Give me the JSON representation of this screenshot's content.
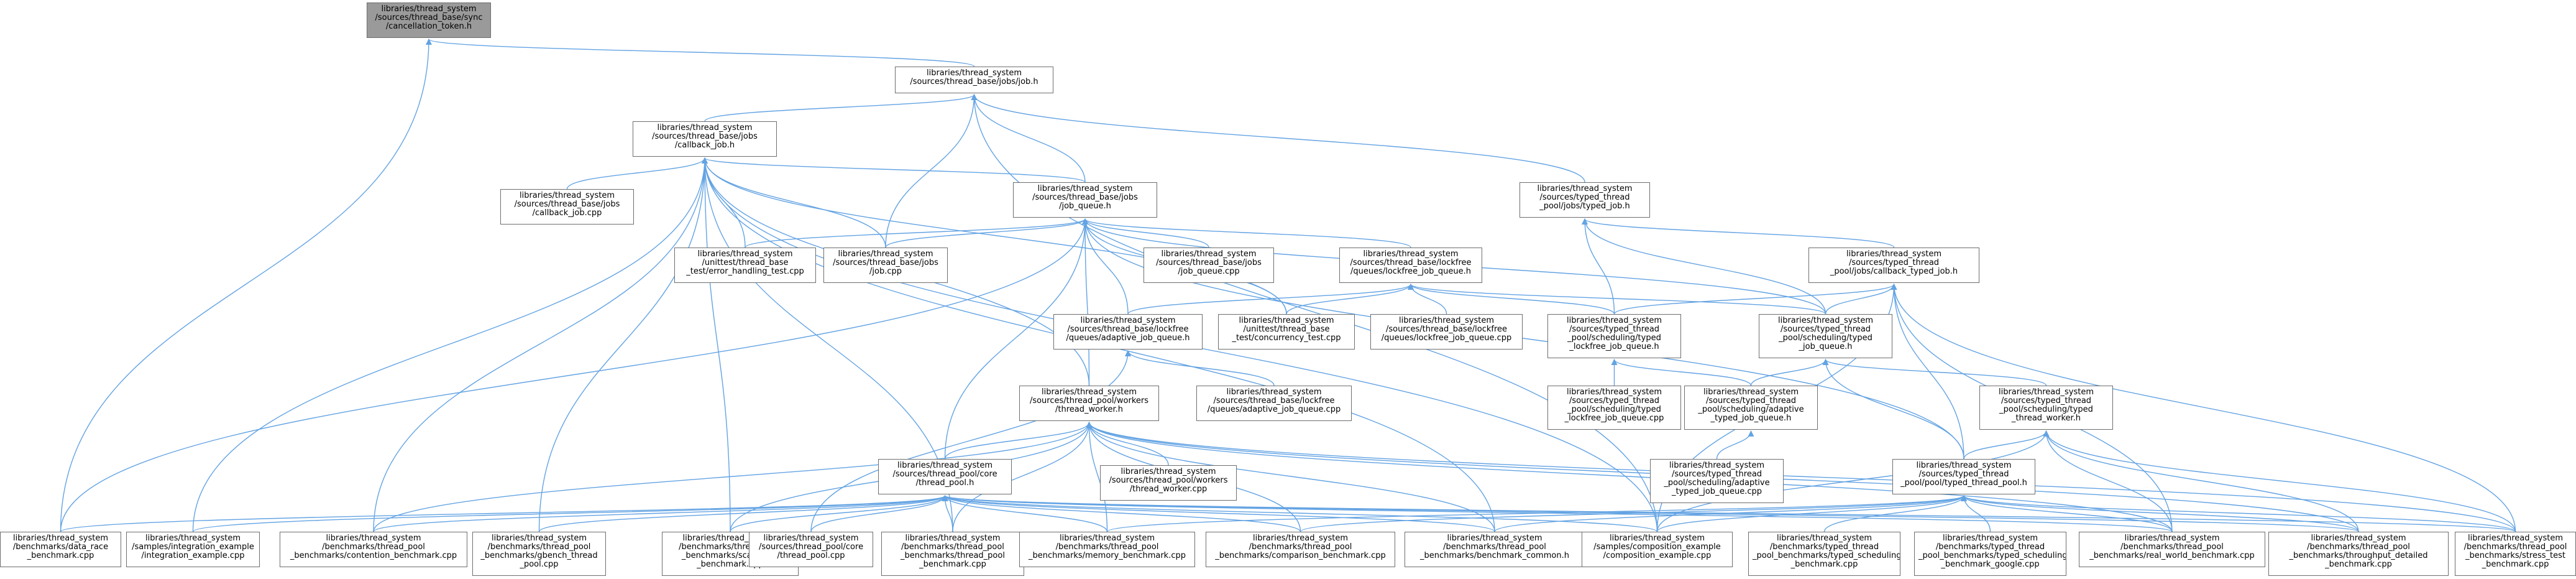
{
  "edge_color": "#63a3e3",
  "root_fill": "#9a9a9a",
  "nodes": [
    {
      "id": "cancellation_token_h",
      "root": true,
      "lines": [
        "libraries/thread_system",
        "/sources/thread_base/sync",
        "/cancellation_token.h"
      ]
    },
    {
      "id": "job_h",
      "lines": [
        "libraries/thread_system",
        "/sources/thread_base/jobs/job.h"
      ]
    },
    {
      "id": "callback_job_h",
      "lines": [
        "libraries/thread_system",
        "/sources/thread_base/jobs",
        "/callback_job.h"
      ]
    },
    {
      "id": "callback_job_cpp",
      "lines": [
        "libraries/thread_system",
        "/sources/thread_base/jobs",
        "/callback_job.cpp"
      ]
    },
    {
      "id": "job_queue_h",
      "lines": [
        "libraries/thread_system",
        "/sources/thread_base/jobs",
        "/job_queue.h"
      ]
    },
    {
      "id": "typed_job_h",
      "lines": [
        "libraries/thread_system",
        "/sources/typed_thread",
        "_pool/jobs/typed_job.h"
      ]
    },
    {
      "id": "error_handling_test",
      "lines": [
        "libraries/thread_system",
        "/unittest/thread_base",
        "_test/error_handling_test.cpp"
      ]
    },
    {
      "id": "job_cpp",
      "lines": [
        "libraries/thread_system",
        "/sources/thread_base/jobs",
        "/job.cpp"
      ]
    },
    {
      "id": "job_queue_cpp",
      "lines": [
        "libraries/thread_system",
        "/sources/thread_base/jobs",
        "/job_queue.cpp"
      ]
    },
    {
      "id": "lockfree_job_queue_h",
      "lines": [
        "libraries/thread_system",
        "/sources/thread_base/lockfree",
        "/queues/lockfree_job_queue.h"
      ]
    },
    {
      "id": "callback_typed_job_h",
      "lines": [
        "libraries/thread_system",
        "/sources/typed_thread",
        "_pool/jobs/callback_typed_job.h"
      ]
    },
    {
      "id": "adaptive_job_queue_h",
      "lines": [
        "libraries/thread_system",
        "/sources/thread_base/lockfree",
        "/queues/adaptive_job_queue.h"
      ]
    },
    {
      "id": "concurrency_test",
      "lines": [
        "libraries/thread_system",
        "/unittest/thread_base",
        "_test/concurrency_test.cpp"
      ]
    },
    {
      "id": "lockfree_job_queue_cpp",
      "lines": [
        "libraries/thread_system",
        "/sources/thread_base/lockfree",
        "/queues/lockfree_job_queue.cpp"
      ]
    },
    {
      "id": "typed_lockfree_job_queue_h",
      "lines": [
        "libraries/thread_system",
        "/sources/typed_thread",
        "_pool/scheduling/typed",
        "_lockfree_job_queue.h"
      ]
    },
    {
      "id": "typed_job_queue_h",
      "lines": [
        "libraries/thread_system",
        "/sources/typed_thread",
        "_pool/scheduling/typed",
        "_job_queue.h"
      ]
    },
    {
      "id": "thread_worker_h",
      "lines": [
        "libraries/thread_system",
        "/sources/thread_pool/workers",
        "/thread_worker.h"
      ]
    },
    {
      "id": "adaptive_job_queue_cpp",
      "lines": [
        "libraries/thread_system",
        "/sources/thread_base/lockfree",
        "/queues/adaptive_job_queue.cpp"
      ]
    },
    {
      "id": "typed_lockfree_job_queue_cpp",
      "lines": [
        "libraries/thread_system",
        "/sources/typed_thread",
        "_pool/scheduling/typed",
        "_lockfree_job_queue.cpp"
      ]
    },
    {
      "id": "adaptive_typed_job_queue_h",
      "lines": [
        "libraries/thread_system",
        "/sources/typed_thread",
        "_pool/scheduling/adaptive",
        "_typed_job_queue.h"
      ]
    },
    {
      "id": "typed_thread_worker_h",
      "lines": [
        "libraries/thread_system",
        "/sources/typed_thread",
        "_pool/scheduling/typed",
        "_thread_worker.h"
      ]
    },
    {
      "id": "thread_pool_h",
      "lines": [
        "libraries/thread_system",
        "/sources/thread_pool/core",
        "/thread_pool.h"
      ]
    },
    {
      "id": "thread_worker_cpp",
      "lines": [
        "libraries/thread_system",
        "/sources/thread_pool/workers",
        "/thread_worker.cpp"
      ]
    },
    {
      "id": "adaptive_typed_job_queue_cpp",
      "lines": [
        "libraries/thread_system",
        "/sources/typed_thread",
        "_pool/scheduling/adaptive",
        "_typed_job_queue.cpp"
      ]
    },
    {
      "id": "typed_thread_pool_h",
      "lines": [
        "libraries/thread_system",
        "/sources/typed_thread",
        "_pool/pool/typed_thread_pool.h"
      ]
    },
    {
      "id": "data_race_benchmark",
      "lines": [
        "libraries/thread_system",
        "/benchmarks/data_race",
        "_benchmark.cpp"
      ]
    },
    {
      "id": "integration_example",
      "lines": [
        "libraries/thread_system",
        "/samples/integration_example",
        "/integration_example.cpp"
      ]
    },
    {
      "id": "contention_benchmark",
      "lines": [
        "libraries/thread_system",
        "/benchmarks/thread_pool",
        "_benchmarks/contention_benchmark.cpp"
      ]
    },
    {
      "id": "gbench_thread_pool",
      "lines": [
        "libraries/thread_system",
        "/benchmarks/thread_pool",
        "_benchmarks/gbench_thread",
        "_pool.cpp"
      ]
    },
    {
      "id": "scalability_benchmark",
      "lines": [
        "libraries/thread_system",
        "/benchmarks/thread_pool",
        "_benchmarks/scalability",
        "_benchmark.cpp"
      ]
    },
    {
      "id": "thread_pool_cpp",
      "lines": [
        "libraries/thread_system",
        "/sources/thread_pool/core",
        "/thread_pool.cpp"
      ]
    },
    {
      "id": "thread_pool_benchmark",
      "lines": [
        "libraries/thread_system",
        "/benchmarks/thread_pool",
        "_benchmarks/thread_pool",
        "_benchmark.cpp"
      ]
    },
    {
      "id": "memory_benchmark",
      "lines": [
        "libraries/thread_system",
        "/benchmarks/thread_pool",
        "_benchmarks/memory_benchmark.cpp"
      ]
    },
    {
      "id": "comparison_benchmark",
      "lines": [
        "libraries/thread_system",
        "/benchmarks/thread_pool",
        "_benchmarks/comparison_benchmark.cpp"
      ]
    },
    {
      "id": "benchmark_common_h",
      "lines": [
        "libraries/thread_system",
        "/benchmarks/thread_pool",
        "_benchmarks/benchmark_common.h"
      ]
    },
    {
      "id": "composition_example",
      "lines": [
        "libraries/thread_system",
        "/samples/composition_example",
        "/composition_example.cpp"
      ]
    },
    {
      "id": "typed_scheduling_benchmark",
      "lines": [
        "libraries/thread_system",
        "/benchmarks/typed_thread",
        "_pool_benchmarks/typed_scheduling",
        "_benchmark.cpp"
      ]
    },
    {
      "id": "typed_scheduling_benchmark_google",
      "lines": [
        "libraries/thread_system",
        "/benchmarks/typed_thread",
        "_pool_benchmarks/typed_scheduling",
        "_benchmark_google.cpp"
      ]
    },
    {
      "id": "real_world_benchmark",
      "lines": [
        "libraries/thread_system",
        "/benchmarks/thread_pool",
        "_benchmarks/real_world_benchmark.cpp"
      ]
    },
    {
      "id": "throughput_detailed_benchmark",
      "lines": [
        "libraries/thread_system",
        "/benchmarks/thread_pool",
        "_benchmarks/throughput_detailed",
        "_benchmark.cpp"
      ]
    },
    {
      "id": "stress_test_benchmark",
      "lines": [
        "libraries/thread_system",
        "/benchmarks/thread_pool",
        "_benchmarks/stress_test",
        "_benchmark.cpp"
      ]
    }
  ],
  "edges": [
    [
      "job_h",
      "cancellation_token_h"
    ],
    [
      "data_race_benchmark",
      "cancellation_token_h"
    ],
    [
      "callback_job_h",
      "job_h"
    ],
    [
      "job_queue_h",
      "job_h"
    ],
    [
      "typed_job_h",
      "job_h"
    ],
    [
      "job_cpp",
      "job_h"
    ],
    [
      "composition_example",
      "job_h"
    ],
    [
      "callback_job_cpp",
      "callback_job_h"
    ],
    [
      "job_queue_h",
      "callback_job_h"
    ],
    [
      "error_handling_test",
      "callback_job_h"
    ],
    [
      "concurrency_test",
      "callback_job_h"
    ],
    [
      "thread_worker_h",
      "callback_job_h"
    ],
    [
      "integration_example",
      "callback_job_h"
    ],
    [
      "contention_benchmark",
      "callback_job_h"
    ],
    [
      "gbench_thread_pool",
      "callback_job_h"
    ],
    [
      "scalability_benchmark",
      "callback_job_h"
    ],
    [
      "thread_pool_benchmark",
      "callback_job_h"
    ],
    [
      "job_cpp",
      "callback_job_h"
    ],
    [
      "benchmark_common_h",
      "callback_job_h"
    ],
    [
      "composition_example",
      "callback_job_h"
    ],
    [
      "error_handling_test",
      "job_queue_h"
    ],
    [
      "job_cpp",
      "job_queue_h"
    ],
    [
      "job_queue_cpp",
      "job_queue_h"
    ],
    [
      "lockfree_job_queue_h",
      "job_queue_h"
    ],
    [
      "adaptive_job_queue_h",
      "job_queue_h"
    ],
    [
      "concurrency_test",
      "job_queue_h"
    ],
    [
      "thread_worker_h",
      "job_queue_h"
    ],
    [
      "typed_job_queue_h",
      "job_queue_h"
    ],
    [
      "thread_pool_h",
      "job_queue_h"
    ],
    [
      "data_race_benchmark",
      "job_queue_h"
    ],
    [
      "typed_thread_pool_h",
      "job_queue_h"
    ],
    [
      "adaptive_job_queue_h",
      "lockfree_job_queue_h"
    ],
    [
      "concurrency_test",
      "lockfree_job_queue_h"
    ],
    [
      "lockfree_job_queue_cpp",
      "lockfree_job_queue_h"
    ],
    [
      "typed_lockfree_job_queue_h",
      "lockfree_job_queue_h"
    ],
    [
      "typed_job_queue_h",
      "lockfree_job_queue_h"
    ],
    [
      "adaptive_job_queue_cpp",
      "adaptive_job_queue_h"
    ],
    [
      "thread_pool_cpp",
      "adaptive_job_queue_h"
    ],
    [
      "callback_typed_job_h",
      "typed_job_h"
    ],
    [
      "typed_lockfree_job_queue_h",
      "typed_job_h"
    ],
    [
      "typed_job_queue_h",
      "typed_job_h"
    ],
    [
      "typed_job_queue_h",
      "callback_typed_job_h"
    ],
    [
      "typed_lockfree_job_queue_h",
      "callback_typed_job_h"
    ],
    [
      "typed_thread_pool_h",
      "callback_typed_job_h"
    ],
    [
      "composition_example",
      "callback_typed_job_h"
    ],
    [
      "real_world_benchmark",
      "callback_typed_job_h"
    ],
    [
      "stress_test_benchmark",
      "callback_typed_job_h"
    ],
    [
      "typed_lockfree_job_queue_cpp",
      "typed_lockfree_job_queue_h"
    ],
    [
      "adaptive_typed_job_queue_h",
      "typed_lockfree_job_queue_h"
    ],
    [
      "adaptive_typed_job_queue_h",
      "typed_job_queue_h"
    ],
    [
      "typed_thread_worker_h",
      "typed_job_queue_h"
    ],
    [
      "typed_thread_pool_h",
      "typed_job_queue_h"
    ],
    [
      "adaptive_typed_job_queue_cpp",
      "adaptive_typed_job_queue_h"
    ],
    [
      "typed_thread_pool_h",
      "typed_thread_worker_h"
    ],
    [
      "composition_example",
      "typed_thread_worker_h"
    ],
    [
      "real_world_benchmark",
      "typed_thread_worker_h"
    ],
    [
      "throughput_detailed_benchmark",
      "typed_thread_worker_h"
    ],
    [
      "stress_test_benchmark",
      "typed_thread_worker_h"
    ],
    [
      "thread_pool_h",
      "thread_worker_h"
    ],
    [
      "thread_worker_cpp",
      "thread_worker_h"
    ],
    [
      "contention_benchmark",
      "thread_worker_h"
    ],
    [
      "scalability_benchmark",
      "thread_worker_h"
    ],
    [
      "thread_pool_benchmark",
      "thread_worker_h"
    ],
    [
      "memory_benchmark",
      "thread_worker_h"
    ],
    [
      "comparison_benchmark",
      "thread_worker_h"
    ],
    [
      "benchmark_common_h",
      "thread_worker_h"
    ],
    [
      "real_world_benchmark",
      "thread_worker_h"
    ],
    [
      "throughput_detailed_benchmark",
      "thread_worker_h"
    ],
    [
      "stress_test_benchmark",
      "thread_worker_h"
    ],
    [
      "data_race_benchmark",
      "thread_pool_h"
    ],
    [
      "integration_example",
      "thread_pool_h"
    ],
    [
      "contention_benchmark",
      "thread_pool_h"
    ],
    [
      "gbench_thread_pool",
      "thread_pool_h"
    ],
    [
      "scalability_benchmark",
      "thread_pool_h"
    ],
    [
      "thread_pool_cpp",
      "thread_pool_h"
    ],
    [
      "thread_pool_benchmark",
      "thread_pool_h"
    ],
    [
      "memory_benchmark",
      "thread_pool_h"
    ],
    [
      "comparison_benchmark",
      "thread_pool_h"
    ],
    [
      "benchmark_common_h",
      "thread_pool_h"
    ],
    [
      "composition_example",
      "thread_pool_h"
    ],
    [
      "real_world_benchmark",
      "thread_pool_h"
    ],
    [
      "throughput_detailed_benchmark",
      "thread_pool_h"
    ],
    [
      "stress_test_benchmark",
      "thread_pool_h"
    ],
    [
      "benchmark_common_h",
      "typed_thread_pool_h"
    ],
    [
      "composition_example",
      "typed_thread_pool_h"
    ],
    [
      "typed_scheduling_benchmark",
      "typed_thread_pool_h"
    ],
    [
      "typed_scheduling_benchmark_google",
      "typed_thread_pool_h"
    ],
    [
      "real_world_benchmark",
      "typed_thread_pool_h"
    ],
    [
      "throughput_detailed_benchmark",
      "typed_thread_pool_h"
    ],
    [
      "stress_test_benchmark",
      "typed_thread_pool_h"
    ],
    [
      "memory_benchmark",
      "typed_thread_pool_h"
    ],
    [
      "comparison_benchmark",
      "typed_thread_pool_h"
    ]
  ]
}
